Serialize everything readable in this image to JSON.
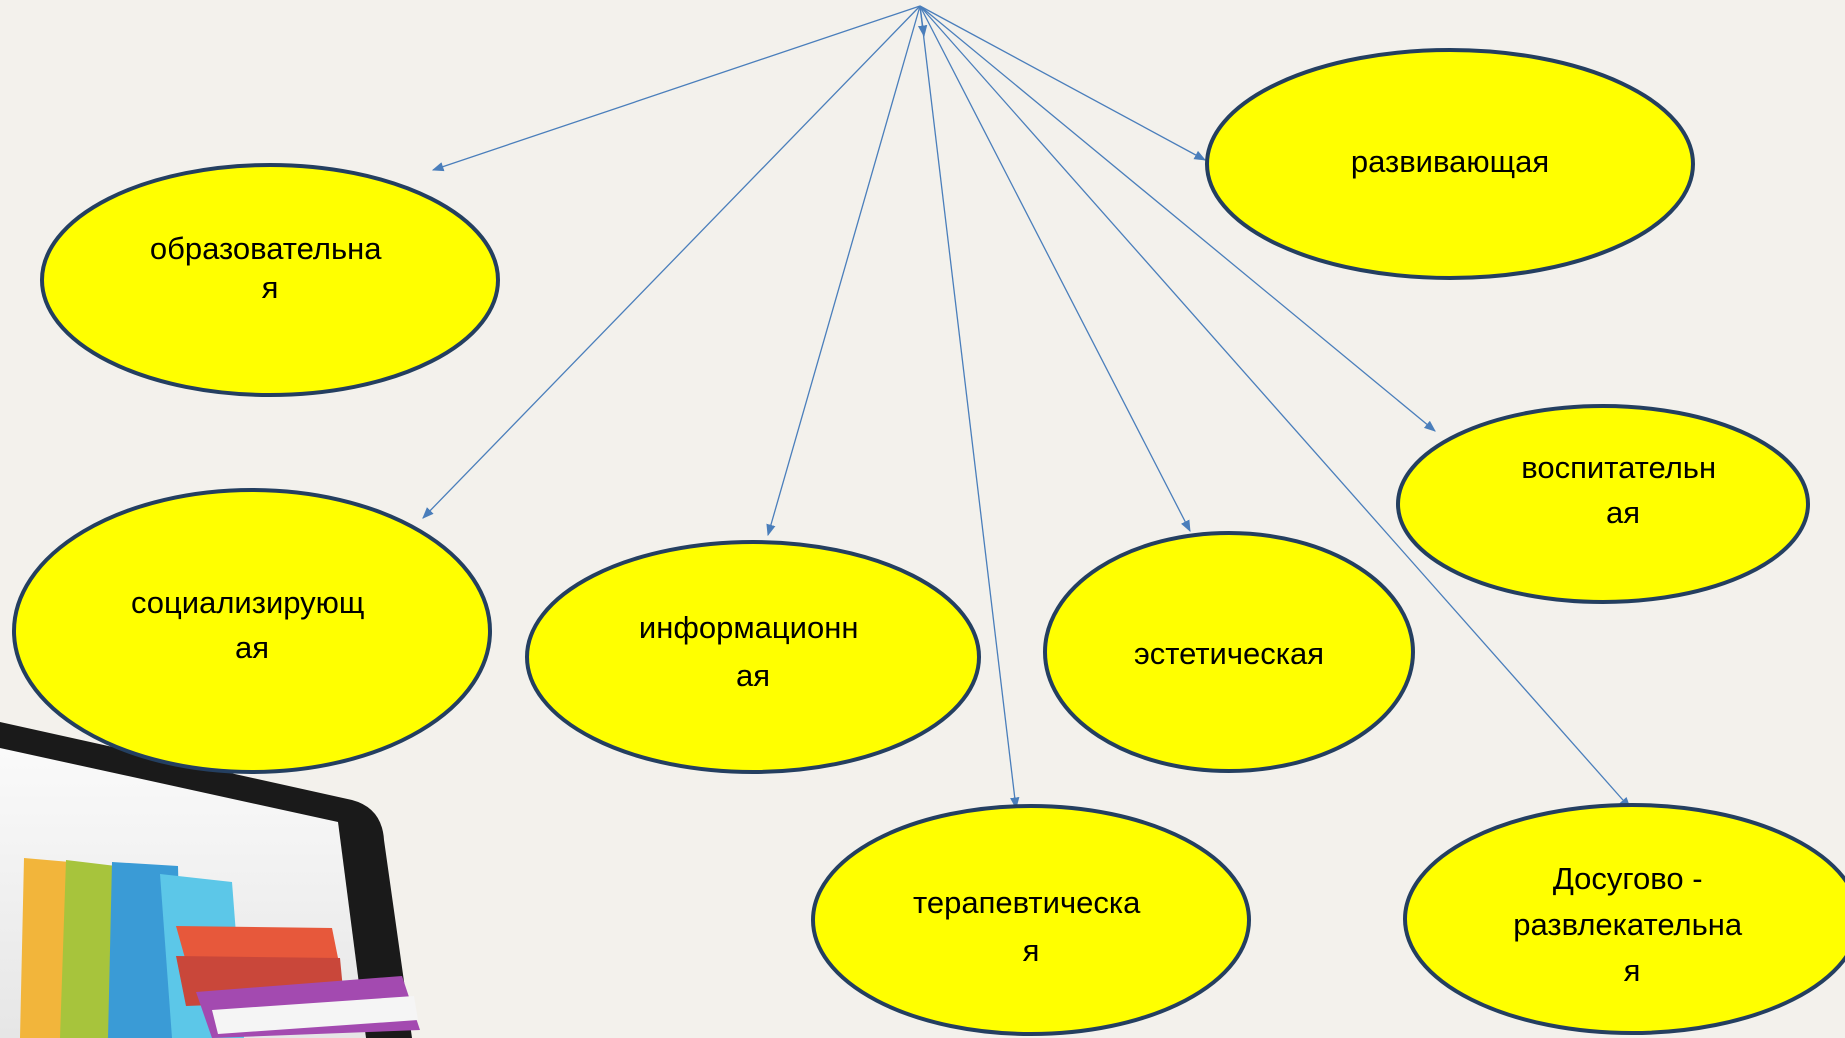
{
  "diagram": {
    "nodes": [
      {
        "id": "obrazovatelnaya",
        "lines": [
          "образовательна",
          "я"
        ]
      },
      {
        "id": "razvivayushchaya",
        "lines": [
          "развивающая"
        ]
      },
      {
        "id": "socializiruyushchaya",
        "lines": [
          "социализирующ",
          "ая"
        ]
      },
      {
        "id": "informacionnaya",
        "lines": [
          "информационн",
          "ая"
        ]
      },
      {
        "id": "esteticheskaya",
        "lines": [
          "эстетическая"
        ]
      },
      {
        "id": "vospitatelnaya",
        "lines": [
          "воспитательн",
          "ая"
        ]
      },
      {
        "id": "terapevticheskaya",
        "lines": [
          "терапевтическа",
          "я"
        ]
      },
      {
        "id": "dosugovo",
        "lines": [
          "Досугово -",
          "развлекательна",
          "я"
        ]
      }
    ]
  },
  "colors": {
    "background": "#f3f1ec",
    "node_fill": "#ffff00",
    "node_stroke": "#243f60",
    "arrow": "#4a7ebb"
  },
  "illustration": {
    "icon": "tablet-with-books-icon"
  }
}
